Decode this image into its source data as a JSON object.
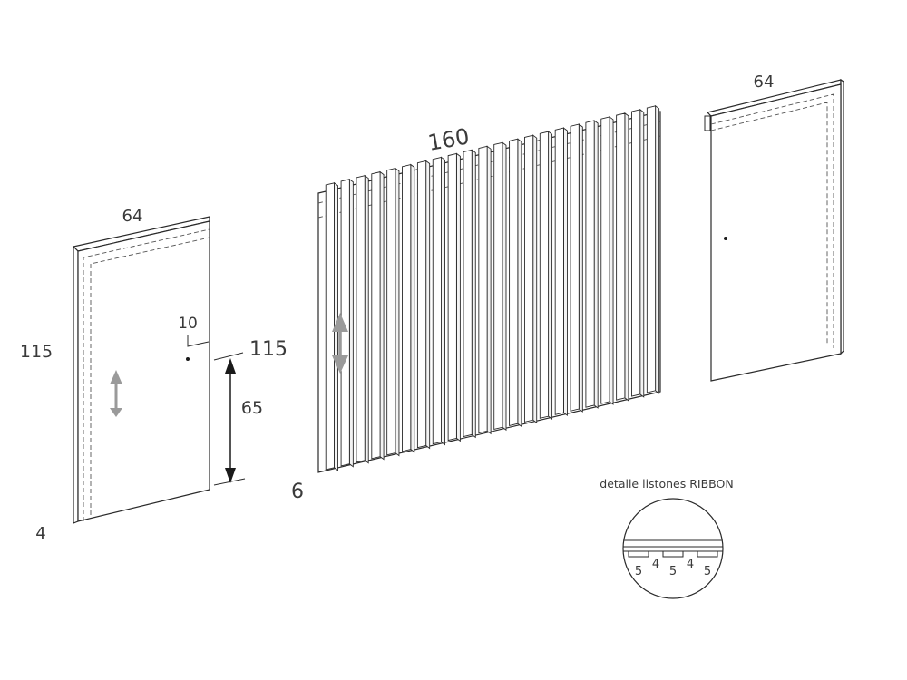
{
  "diagram": {
    "left_panel": {
      "width_label": "64",
      "height_label": "115",
      "thickness_label": "4",
      "offset_label": "10",
      "height_label_right": "115",
      "mount_height_label": "65"
    },
    "center_panel": {
      "width_label": "160",
      "thickness_label": "6",
      "slat_count": 22
    },
    "right_panel": {
      "width_label": "64"
    },
    "detail": {
      "title": "detalle listones RIBBON",
      "labels": [
        "5",
        "4",
        "5",
        "4",
        "5"
      ]
    },
    "colors": {
      "line": "#2a2a2a",
      "arrow_gray": "#9a9a9a",
      "text": "#3a3a3a"
    }
  }
}
